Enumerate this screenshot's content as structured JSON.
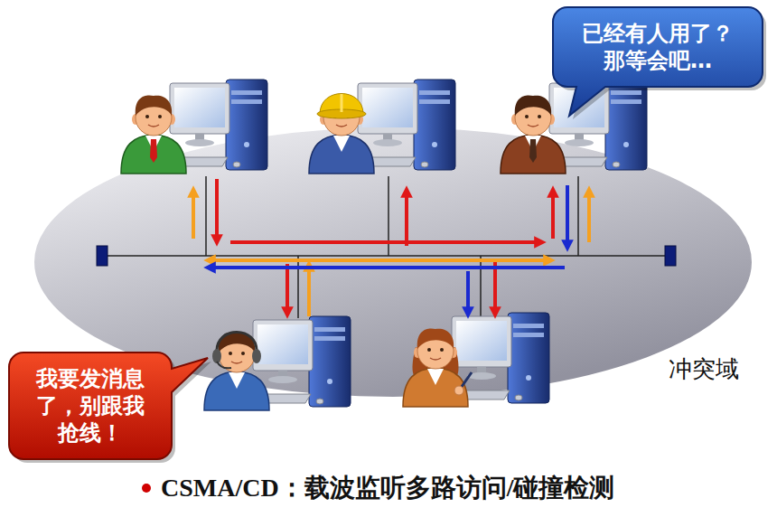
{
  "diagram": {
    "caption": "CSMA/CD：载波监听多路访问/碰撞检测",
    "nodes": [
      {
        "text": [
          "已经有人用了？ 那等会吧…"
        ]
      },
      {
        "text": [
          "我要发消息 了，别跟我 抢线！"
        ]
      }
    ],
    "labels": [
      "冲突域"
    ]
  }
}
